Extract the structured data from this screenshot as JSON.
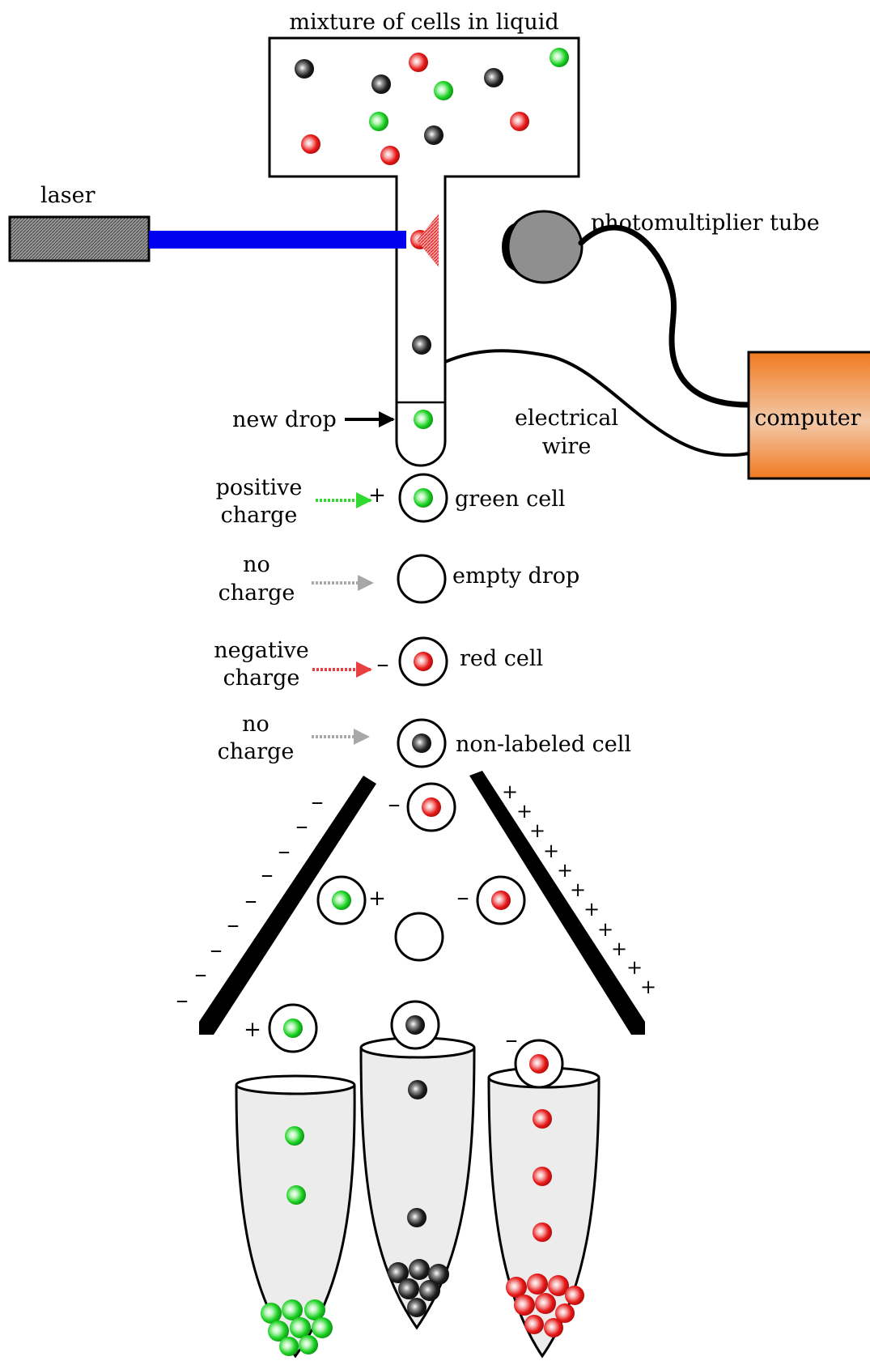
{
  "labels": {
    "mixture": "mixture of cells in liquid",
    "laser": "laser",
    "pmt": "photomultiplier tube",
    "computer": "computer",
    "new_drop": "new drop",
    "wire_1": "electrical",
    "wire_2": "wire",
    "positive_1": "positive",
    "positive_2": "charge",
    "green_cell": "green cell",
    "nocharge1_1": "no",
    "nocharge1_2": "charge",
    "empty_drop": "empty drop",
    "negative_1": "negative",
    "negative_2": "charge",
    "red_cell": "red cell",
    "nocharge2_1": "no",
    "nocharge2_2": "charge",
    "non_labeled": "non-labeled cell"
  },
  "symbols": {
    "plus": "+",
    "minus": "–"
  },
  "colors": {
    "green_cell": "#18d020",
    "red_cell": "#e81818",
    "black_cell": "#101010",
    "laser_beam": "#0000ee",
    "computer_top": "#f07a20",
    "computer_bottom": "#f3c9a8",
    "tube_fill": "#ececec",
    "pmt_fill": "#8f8f8f"
  }
}
